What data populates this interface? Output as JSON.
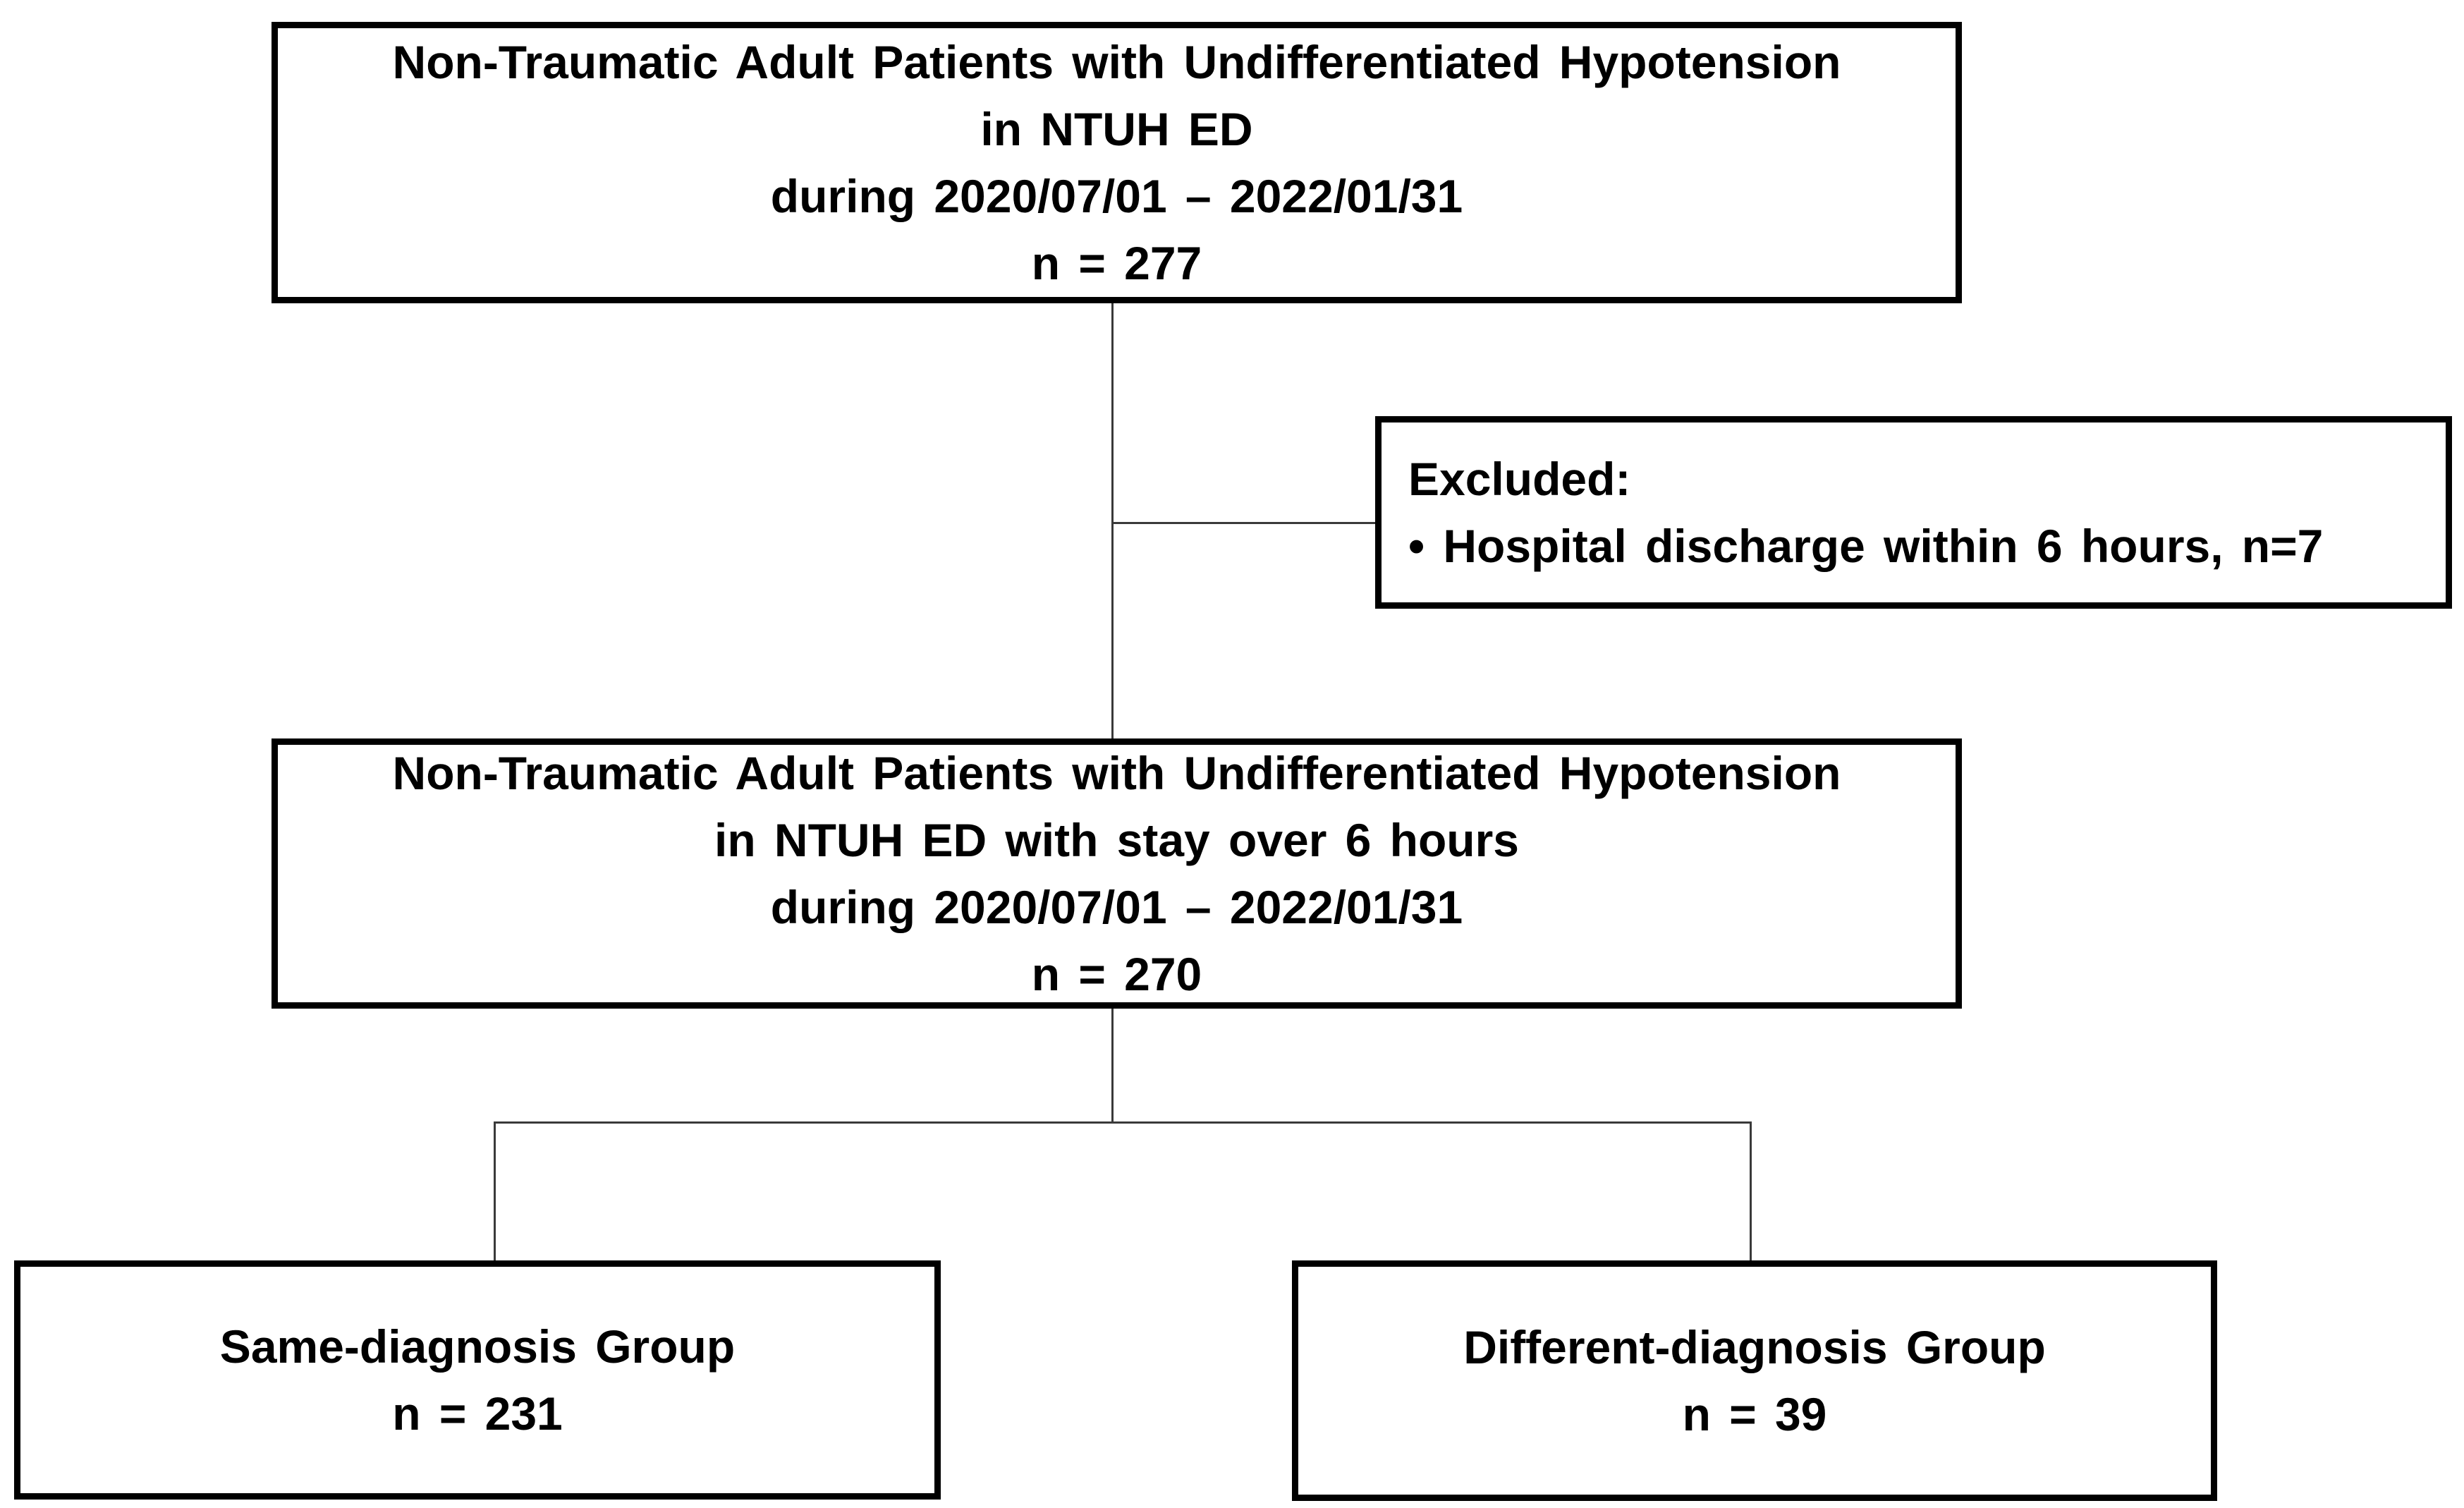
{
  "colors": {
    "background": "#ffffff",
    "box_border": "#000000",
    "text": "#000000",
    "connector": "#3a3a3a"
  },
  "boxes": {
    "top": {
      "lines": [
        "Non-Traumatic Adult Patients with Undifferentiated Hypotension",
        "in NTUH ED",
        "during 2020/07/01 – 2022/01/31",
        "n = 277"
      ]
    },
    "excluded": {
      "lines": [
        "Excluded:",
        "• Hospital discharge within 6 hours, n=7"
      ]
    },
    "middle": {
      "lines": [
        "Non-Traumatic Adult Patients with Undifferentiated Hypotension",
        "in NTUH ED with stay over 6 hours",
        "during 2020/07/01 – 2022/01/31",
        "n = 270"
      ]
    },
    "bottom_left": {
      "lines": [
        "Same-diagnosis Group",
        "n = 231"
      ]
    },
    "bottom_right": {
      "lines": [
        "Different-diagnosis Group",
        "n = 39"
      ]
    }
  }
}
